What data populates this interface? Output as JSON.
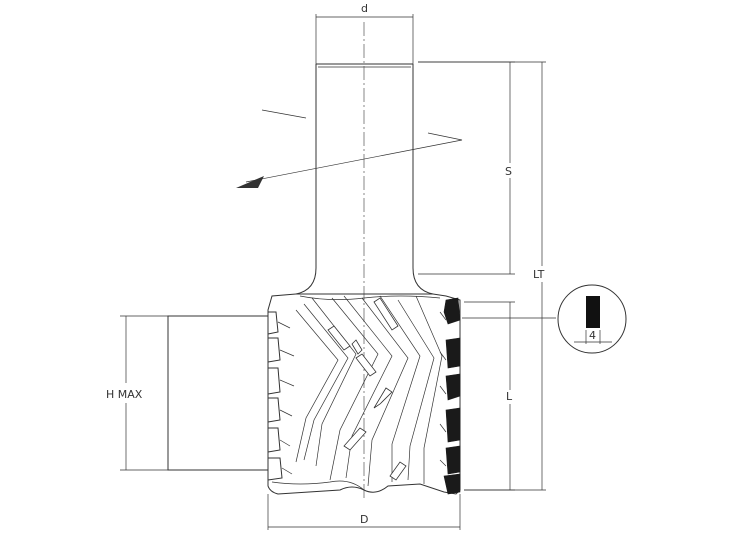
{
  "dimensions": {
    "d": "d",
    "S": "S",
    "LT": "LT",
    "L": "L",
    "D": "D",
    "hmax": "H MAX",
    "detail_value": "4"
  }
}
